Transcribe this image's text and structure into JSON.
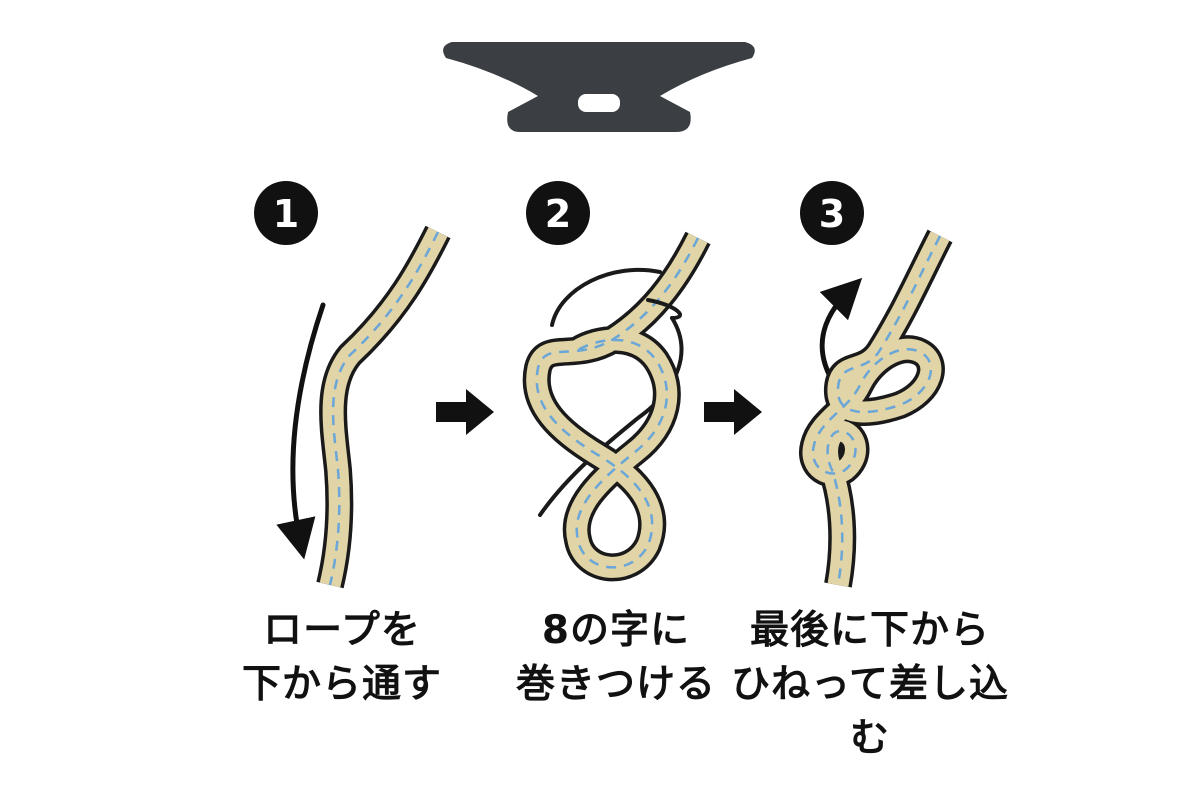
{
  "colors": {
    "cleat": "#3b3e42",
    "rope_fill": "#e1d4a6",
    "rope_outline": "#1a1a1a",
    "rope_dash": "#6aa6d8",
    "arrow": "#111111",
    "badge": "#111111"
  },
  "icons": {
    "cleat": "boat-cleat-icon",
    "step_arrow": "arrow-right-icon",
    "direction_arrow": "curved-arrow-icon"
  },
  "steps": [
    {
      "number": "1",
      "caption_lines": [
        "ロープを",
        "下から通す"
      ]
    },
    {
      "number": "2",
      "caption_lines": [
        "8の字に",
        "巻きつける"
      ]
    },
    {
      "number": "3",
      "caption_lines": [
        "最後に下から",
        "ひねって差し込",
        "む"
      ]
    }
  ]
}
